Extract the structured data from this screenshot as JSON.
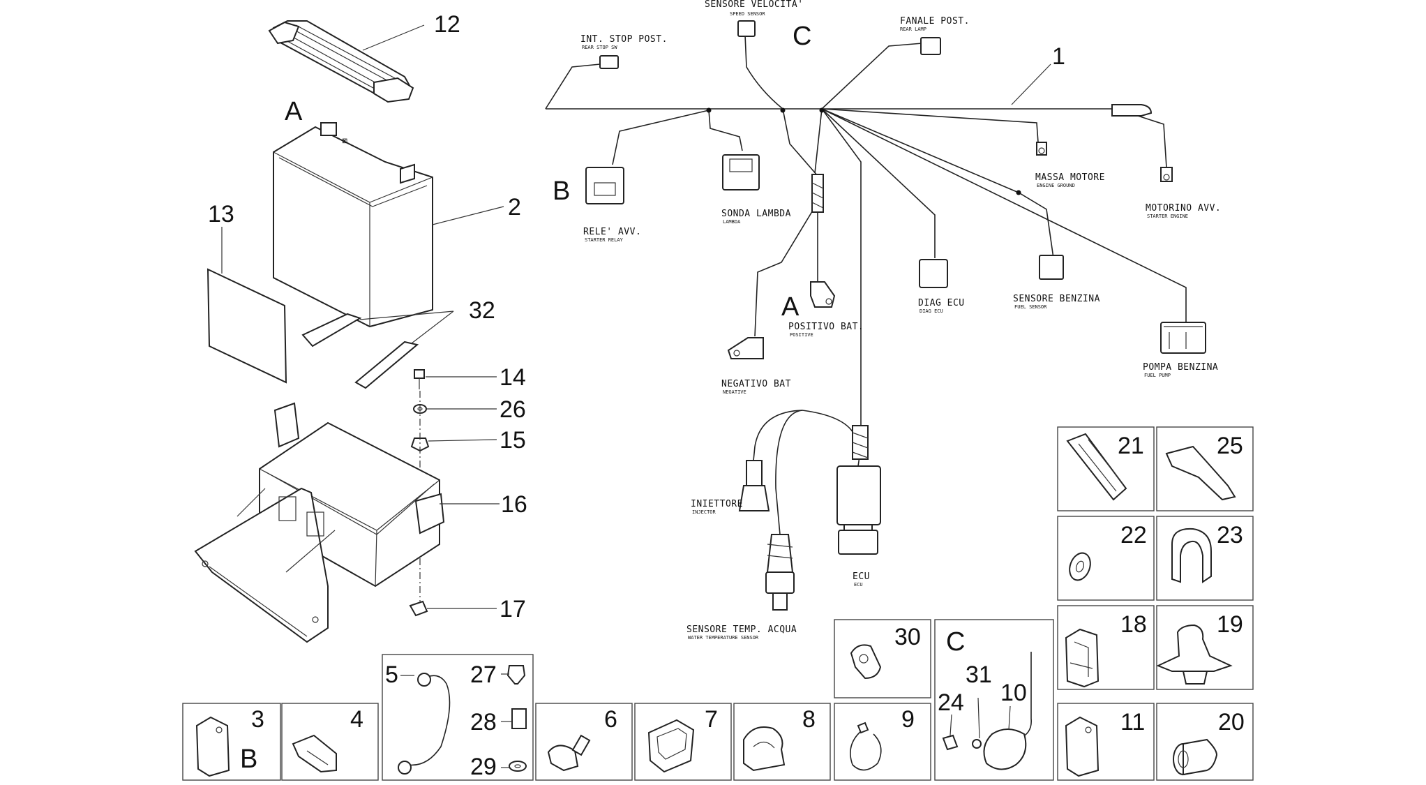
{
  "part_numbers": {
    "p1": "1",
    "p2": "2",
    "p3": "3",
    "p4": "4",
    "p5": "5",
    "p6": "6",
    "p7": "7",
    "p8": "8",
    "p9": "9",
    "p10": "10",
    "p11": "11",
    "p12": "12",
    "p13": "13",
    "p14": "14",
    "p15": "15",
    "p16": "16",
    "p17": "17",
    "p18": "18",
    "p19": "19",
    "p20": "20",
    "p21": "21",
    "p22": "22",
    "p23": "23",
    "p24": "24",
    "p25": "25",
    "p26": "26",
    "p27": "27",
    "p28": "28",
    "p29": "29",
    "p30": "30",
    "p31": "31",
    "p32": "32"
  },
  "callouts": {
    "a": "A",
    "b": "B",
    "c": "C"
  },
  "harness_labels": {
    "speed_sensor": {
      "it": "SENSORE VELOCITA'",
      "en": "SPEED SENSOR"
    },
    "rear_stop": {
      "it": "INT. STOP POST.",
      "en": "REAR STOP SW"
    },
    "rear_lamp": {
      "it": "FANALE POST.",
      "en": "REAR LAMP"
    },
    "starter_relay": {
      "it": "RELE' AVV.",
      "en": "STARTER RELAY"
    },
    "lambda": {
      "it": "SONDA LAMBDA",
      "en": "LAMBDA"
    },
    "engine_ground": {
      "it": "MASSA MOTORE",
      "en": "ENGINE GROUND"
    },
    "starter_engine": {
      "it": "MOTORINO AVV.",
      "en": "STARTER ENGINE"
    },
    "diag_ecu": {
      "it": "DIAG ECU",
      "en": "DIAG ECU"
    },
    "fuel_sensor": {
      "it": "SENSORE BENZINA",
      "en": "FUEL SENSOR"
    },
    "battery_positive": {
      "it": "POSITIVO BAT.",
      "en": "POSITIVE"
    },
    "battery_negative": {
      "it": "NEGATIVO BAT",
      "en": "NEGATIVE"
    },
    "fuel_pump": {
      "it": "POMPA BENZINA",
      "en": "FUEL PUMP"
    },
    "injector": {
      "it": "INIETTORE",
      "en": "INJECTOR"
    },
    "ecu": {
      "it": "ECU",
      "en": "ECU"
    },
    "water_temp": {
      "it": "SENSORE TEMP. ACQUA",
      "en": "WATER TEMPERATURE SENSOR"
    }
  }
}
